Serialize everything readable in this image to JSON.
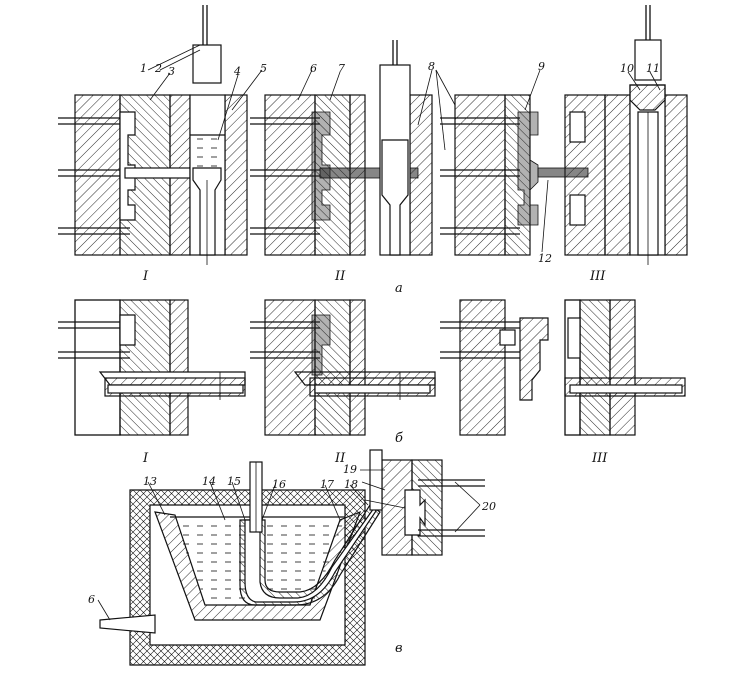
{
  "callouts": {
    "c1": "1",
    "c2": "2",
    "c3": "3",
    "c4": "4",
    "c5": "5",
    "c6": "6",
    "c7": "7",
    "c8": "8",
    "c9": "9",
    "c10": "10",
    "c11": "11",
    "c12": "12",
    "c13": "13",
    "c14": "14",
    "c15": "15",
    "c16": "16",
    "c17": "17",
    "c18": "18",
    "c19": "19",
    "c20": "20",
    "c6b": "6"
  },
  "stage_labels": {
    "row1": [
      "I",
      "II",
      "III"
    ],
    "row2": [
      "I",
      "II",
      "III"
    ]
  },
  "variant_labels": {
    "a": "а",
    "b": "б",
    "c": "в"
  },
  "colors": {
    "stroke": "#111111",
    "hatch": "#111111",
    "background": "#ffffff"
  }
}
